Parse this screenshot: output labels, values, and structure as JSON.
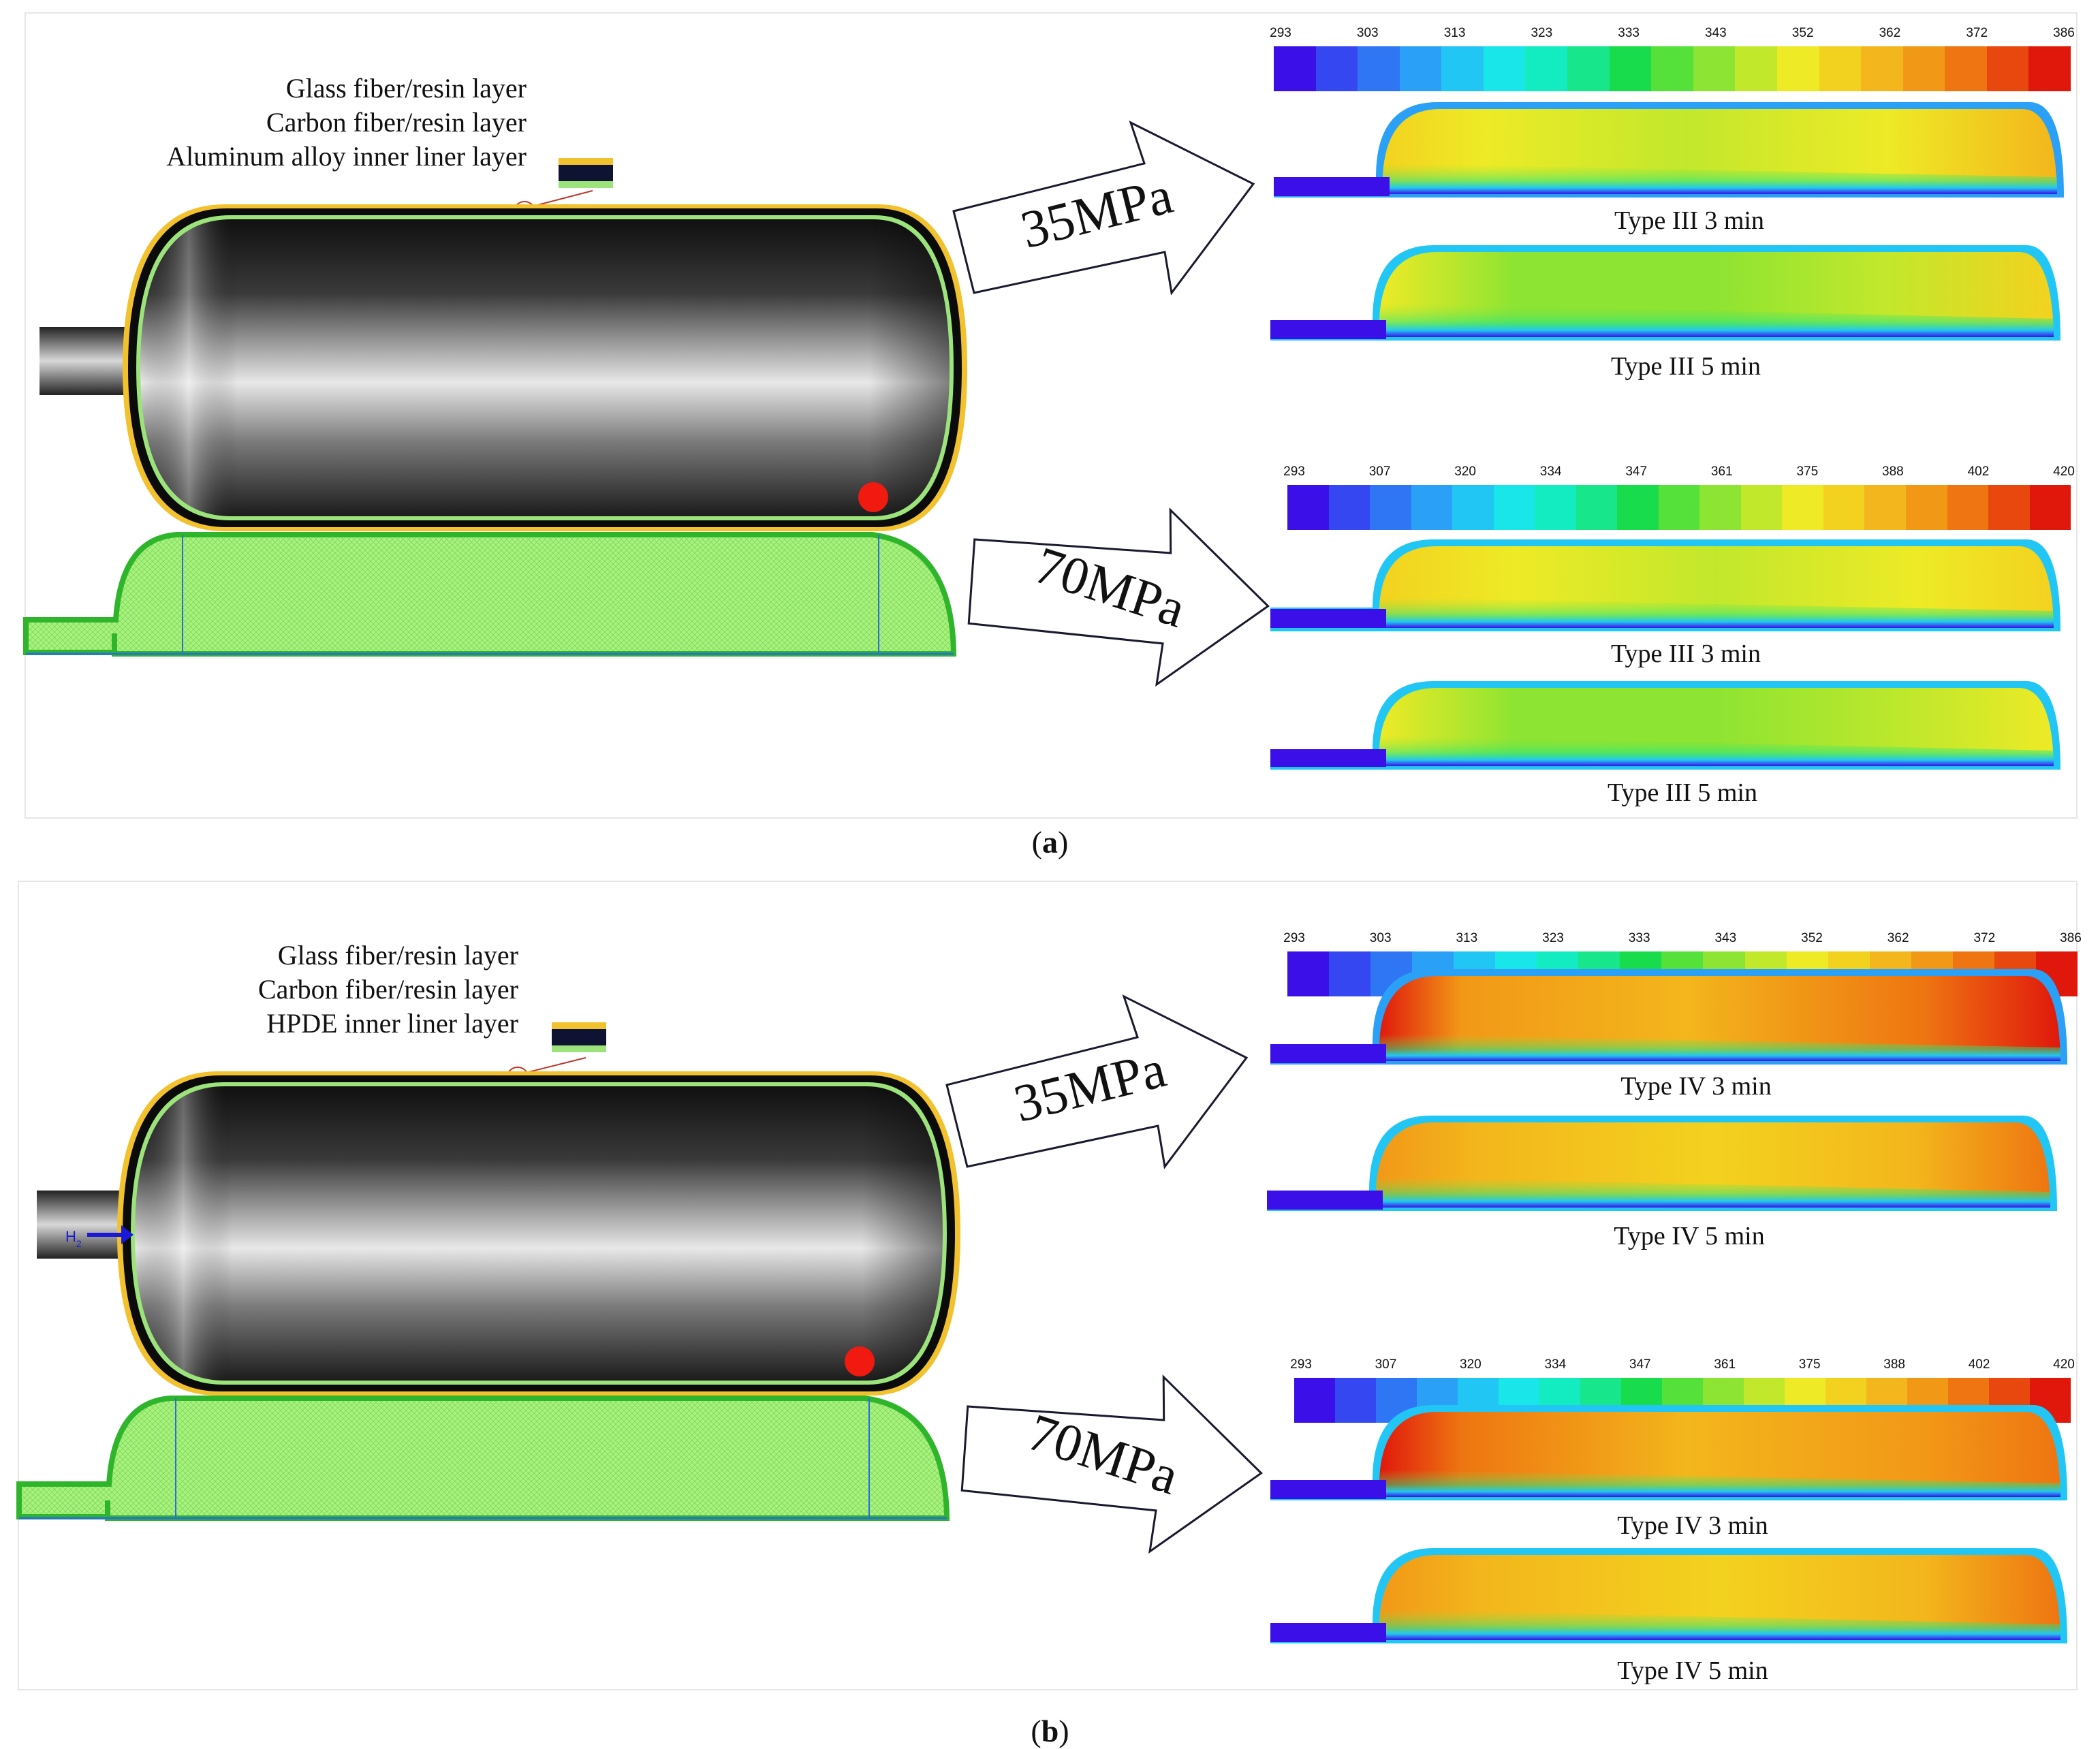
{
  "colormap": [
    "#3b10e8",
    "#3447f0",
    "#2f76f4",
    "#2aa0f6",
    "#22c6f4",
    "#19e6e8",
    "#12ecc0",
    "#17e68a",
    "#19dc4c",
    "#55e03a",
    "#8ee432",
    "#c2e82c",
    "#eeea26",
    "#f3d21f",
    "#f3b61c",
    "#f29817",
    "#ee7511",
    "#e8480d",
    "#e0180c"
  ],
  "panel_a": {
    "caption_letter": "a",
    "layers": [
      "Glass fiber/resin layer",
      "Carbon fiber/resin layer",
      "Aluminum alloy inner liner layer"
    ],
    "arrows": [
      "35MPa",
      "70MPa"
    ],
    "scale_35": [
      "293",
      "303",
      "313",
      "323",
      "333",
      "343",
      "352",
      "362",
      "372",
      "386"
    ],
    "scale_70": [
      "293",
      "307",
      "320",
      "334",
      "347",
      "361",
      "375",
      "388",
      "402",
      "420"
    ],
    "results": [
      "Type III  3 min",
      "Type III  5 min",
      "Type III  3 min",
      "Type III  5 min"
    ]
  },
  "panel_b": {
    "caption_letter": "b",
    "layers": [
      "Glass fiber/resin layer",
      "Carbon fiber/resin layer",
      "HPDE inner liner layer"
    ],
    "inlet_label": "H",
    "inlet_sub": "2",
    "arrows": [
      "35MPa",
      "70MPa"
    ],
    "scale_35": [
      "293",
      "303",
      "313",
      "323",
      "333",
      "343",
      "352",
      "362",
      "372",
      "386"
    ],
    "scale_70": [
      "293",
      "307",
      "320",
      "334",
      "347",
      "361",
      "375",
      "388",
      "402",
      "420"
    ],
    "results": [
      "Type IV  3 min",
      "Type IV  5 min",
      "Type IV  3 min",
      "Type IV  5 min"
    ]
  }
}
